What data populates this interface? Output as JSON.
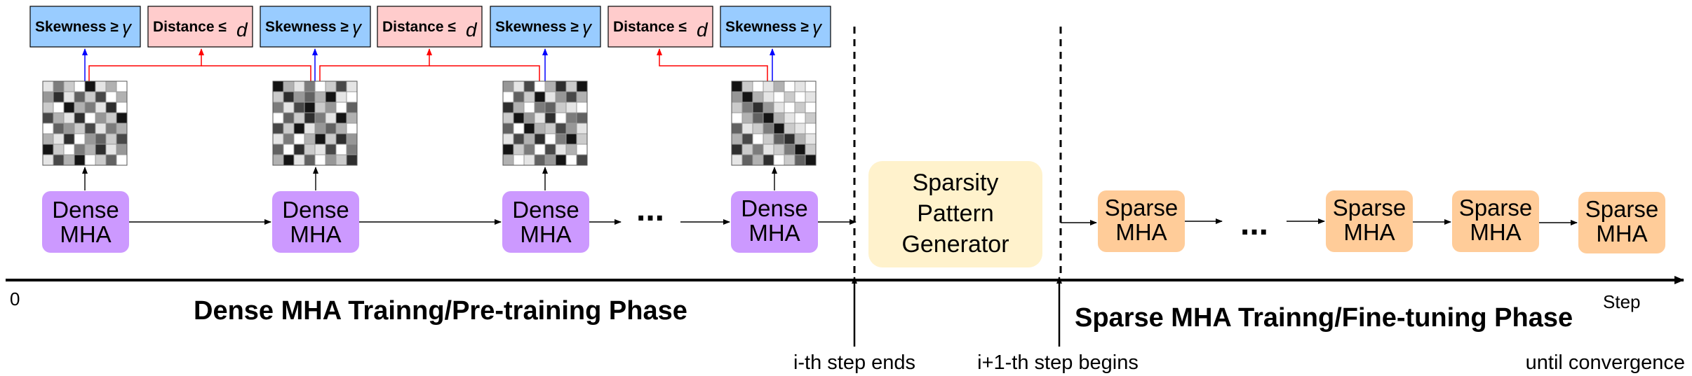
{
  "criteria": {
    "skewness_label": "Skewness ≥",
    "skewness_symbol": "γ",
    "distance_label": "Distance ≤",
    "distance_symbol": "d"
  },
  "dense_block_label": [
    "Dense",
    "MHA"
  ],
  "sparse_block_label": [
    "Sparse",
    "MHA"
  ],
  "ellipsis": "...",
  "generator_label": [
    "Sparsity",
    "Pattern",
    "Generator"
  ],
  "timeline": {
    "origin_label": "0",
    "step_label": "Step",
    "dense_phase_label": "Dense MHA Trainng/Pre-training Phase",
    "sparse_phase_label": "Sparse MHA Trainng/Fine-tuning Phase",
    "marker_i_end": "i-th step ends",
    "marker_i1_begin": "i+1-th step begins",
    "convergence_label": "until convergence"
  },
  "attention_maps": [
    [
      [
        1,
        5,
        2,
        0,
        9,
        1,
        3,
        0
      ],
      [
        4,
        8,
        1,
        6,
        2,
        7,
        0,
        3
      ],
      [
        2,
        0,
        9,
        3,
        5,
        1,
        8,
        0
      ],
      [
        7,
        3,
        1,
        8,
        0,
        4,
        2,
        9
      ],
      [
        0,
        6,
        4,
        2,
        7,
        1,
        5,
        3
      ],
      [
        3,
        1,
        8,
        0,
        4,
        6,
        2,
        7
      ],
      [
        9,
        2,
        0,
        5,
        3,
        8,
        1,
        4
      ],
      [
        1,
        7,
        3,
        9,
        0,
        2,
        6,
        0
      ]
    ],
    [
      [
        9,
        3,
        1,
        5,
        0,
        2,
        7,
        1
      ],
      [
        2,
        8,
        4,
        6,
        3,
        9,
        1,
        0
      ],
      [
        5,
        1,
        7,
        9,
        2,
        4,
        0,
        6
      ],
      [
        0,
        6,
        2,
        8,
        5,
        1,
        9,
        3
      ],
      [
        7,
        2,
        9,
        1,
        4,
        6,
        3,
        0
      ],
      [
        1,
        5,
        0,
        3,
        9,
        2,
        8,
        4
      ],
      [
        6,
        0,
        8,
        2,
        1,
        7,
        0,
        5
      ],
      [
        3,
        9,
        1,
        6,
        0,
        4,
        2,
        8
      ]
    ],
    [
      [
        4,
        1,
        7,
        0,
        3,
        8,
        2,
        9
      ],
      [
        0,
        6,
        2,
        9,
        1,
        4,
        7,
        3
      ],
      [
        8,
        3,
        0,
        5,
        6,
        2,
        1,
        0
      ],
      [
        2,
        9,
        4,
        1,
        8,
        0,
        5,
        6
      ],
      [
        6,
        0,
        9,
        3,
        2,
        7,
        4,
        1
      ],
      [
        1,
        7,
        3,
        8,
        0,
        5,
        9,
        2
      ],
      [
        9,
        2,
        5,
        0,
        7,
        1,
        3,
        0
      ],
      [
        3,
        0,
        1,
        6,
        4,
        9,
        0,
        7
      ]
    ],
    [
      [
        9,
        2,
        0,
        1,
        3,
        0,
        1,
        0
      ],
      [
        4,
        9,
        3,
        1,
        0,
        2,
        0,
        1
      ],
      [
        2,
        5,
        8,
        4,
        1,
        0,
        2,
        0
      ],
      [
        0,
        3,
        6,
        9,
        3,
        1,
        0,
        2
      ],
      [
        6,
        1,
        2,
        5,
        9,
        2,
        1,
        0
      ],
      [
        3,
        7,
        0,
        2,
        6,
        8,
        3,
        1
      ],
      [
        8,
        2,
        5,
        1,
        2,
        5,
        9,
        2
      ],
      [
        1,
        6,
        3,
        8,
        0,
        2,
        6,
        9
      ]
    ]
  ]
}
